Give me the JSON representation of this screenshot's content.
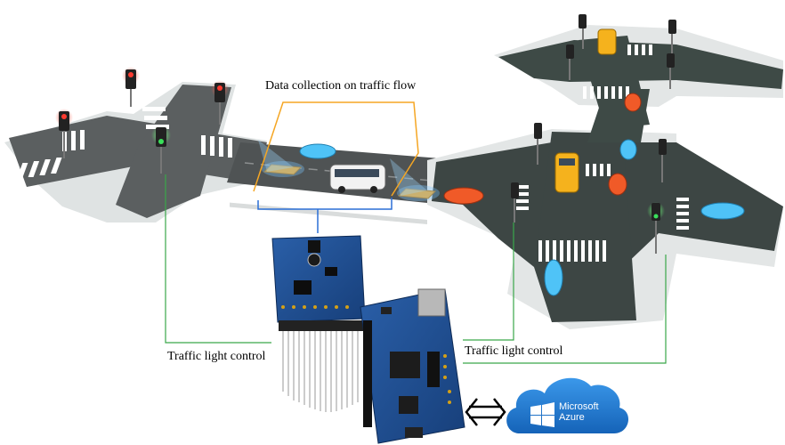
{
  "labels": {
    "data_collection": "Data collection on traffic flow",
    "traffic_light_control_left": "Traffic light control",
    "traffic_light_control_right": "Traffic light control"
  },
  "cloud": {
    "line1": "Microsoft",
    "line2": "Azure"
  },
  "colors": {
    "road": "#5b5f60",
    "sidewalk": "#d9dcdc",
    "grass": "#e8ecec",
    "orange_box": "#f5a623",
    "blue_connector": "#2b6fd6",
    "green_wire": "#3aa64a",
    "azure_blue": "#1f7fd9"
  },
  "icons": {
    "traffic_light": "traffic-light-icon",
    "bus": "bus-icon",
    "car": "car-icon",
    "camera_board": "camera-board-icon",
    "fpga_board": "fpga-board-icon",
    "windows_logo": "windows-logo-icon",
    "double_arrow": "double-arrow-icon"
  }
}
